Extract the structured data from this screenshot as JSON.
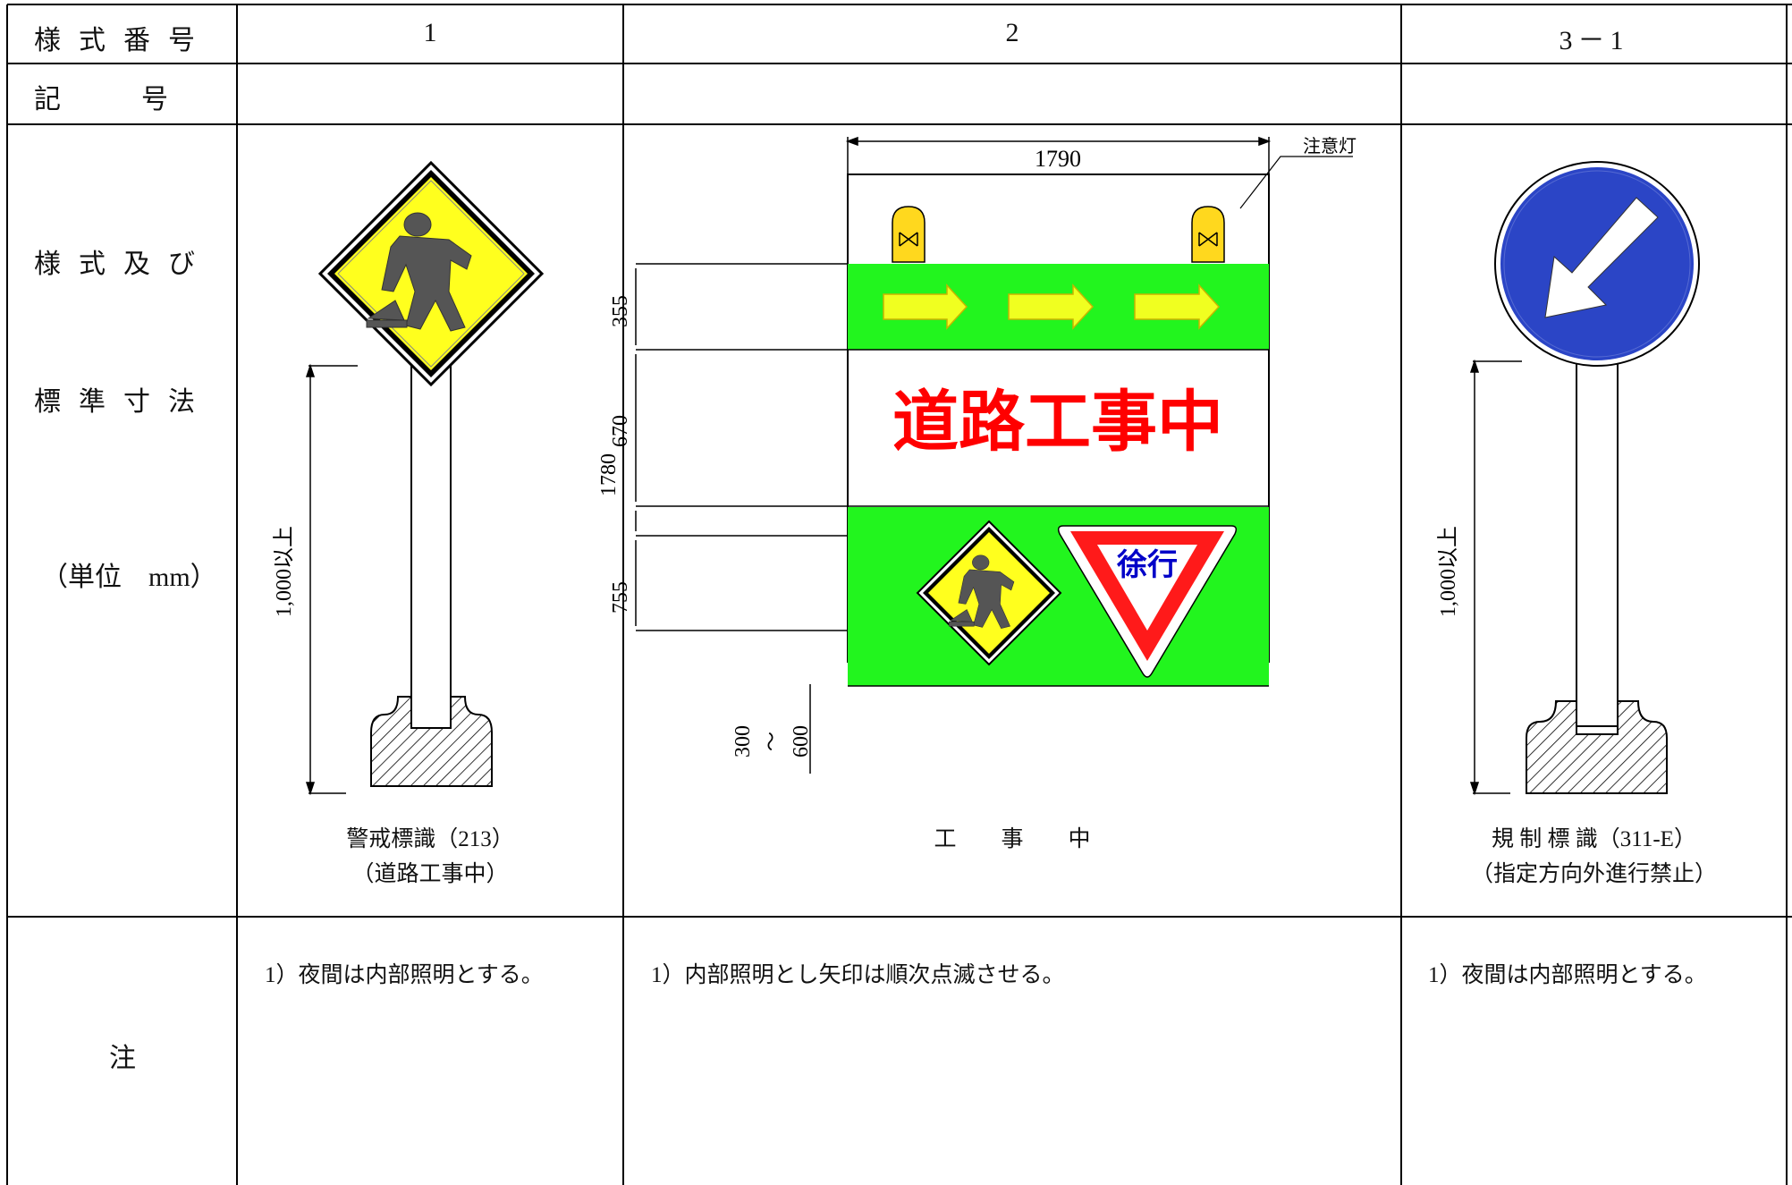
{
  "table": {
    "row_labels": {
      "style_number": "様式番号",
      "symbol": "記　　　号",
      "style_dims_1": "様式及び",
      "style_dims_2": "標準寸法",
      "unit": "（単位　mm）",
      "note": "注"
    },
    "columns": [
      {
        "number": "1",
        "caption_1": "警戒標識（213）",
        "caption_2": "（道路工事中）",
        "height_label": "1,000以上",
        "note": "1）夜間は内部照明とする。"
      },
      {
        "number": "2",
        "caption_1": "工　　事　　中",
        "width_label": "1790",
        "total_height_label": "1780",
        "h1": "355",
        "h2": "670",
        "h3": "755",
        "base_min": "300",
        "base_tilde": "～",
        "base_max": "600",
        "lamp_label": "注意灯",
        "main_text": "道路工事中",
        "yield_text": "徐行",
        "note": "1）内部照明とし矢印は順次点滅させる。"
      },
      {
        "number": "3－1",
        "caption_1": "規 制 標 識（311-E）",
        "caption_2": "（指定方向外進行禁止）",
        "height_label": "1,000以上",
        "note": "1）夜間は内部照明とする。"
      }
    ]
  },
  "colors": {
    "warning_yellow": "#ffff1e",
    "panel_green": "#22f51e",
    "arrow_yellow": "#f0ff20",
    "main_text_red": "#ff0000",
    "yield_red": "#ff1a1a",
    "yield_text_blue": "#0000c8",
    "regulatory_blue": "#2b45c6"
  },
  "icons": [
    "construction-worker-icon",
    "arrow-right-icon",
    "warning-lamp-icon",
    "yield-triangle-icon",
    "arrow-down-left-icon"
  ]
}
